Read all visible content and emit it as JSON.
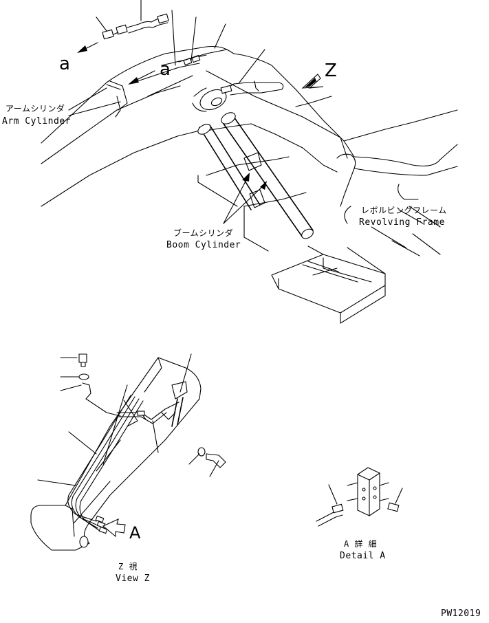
{
  "labels": {
    "arm_cylinder_jp": "アームシリンダ",
    "arm_cylinder_en": "Arm Cylinder",
    "boom_cylinder_jp": "ブームシリンダ",
    "boom_cylinder_en": "Boom Cylinder",
    "revolving_frame_jp": "レボルビングフレーム",
    "revolving_frame_en": "Revolving Frame",
    "view_z_jp": "Z 視",
    "view_z_en": "View Z",
    "detail_a_jp": "A 詳 細",
    "detail_a_en": "Detail A",
    "arrow_a_left": "a",
    "arrow_a_mid": "a",
    "arrow_z": "Z",
    "arrow_A": "A",
    "drawing_code": "PW12019"
  }
}
